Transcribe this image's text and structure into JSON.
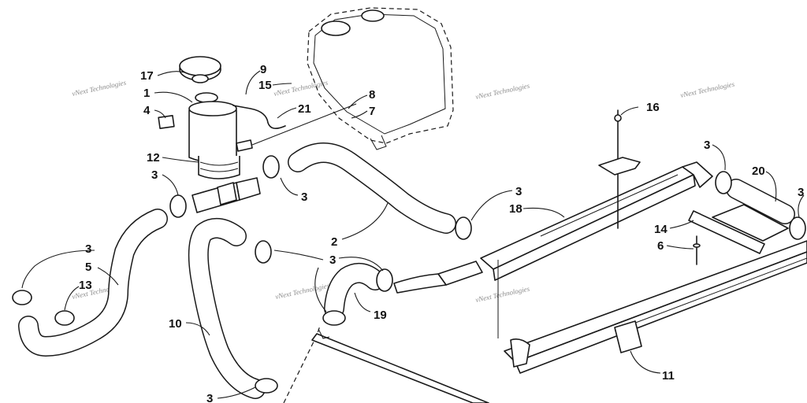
{
  "watermark": "vNext Technologies",
  "callouts": {
    "c1": "1",
    "c2": "2",
    "c3": "3",
    "c4": "4",
    "c5": "5",
    "c6": "6",
    "c7": "7",
    "c8": "8",
    "c9": "9",
    "c10": "10",
    "c11": "11",
    "c12": "12",
    "c13": "13",
    "c14": "14",
    "c15": "15",
    "c16": "16",
    "c17": "17",
    "c18": "18",
    "c19": "19",
    "c20": "20",
    "c21": "21"
  }
}
